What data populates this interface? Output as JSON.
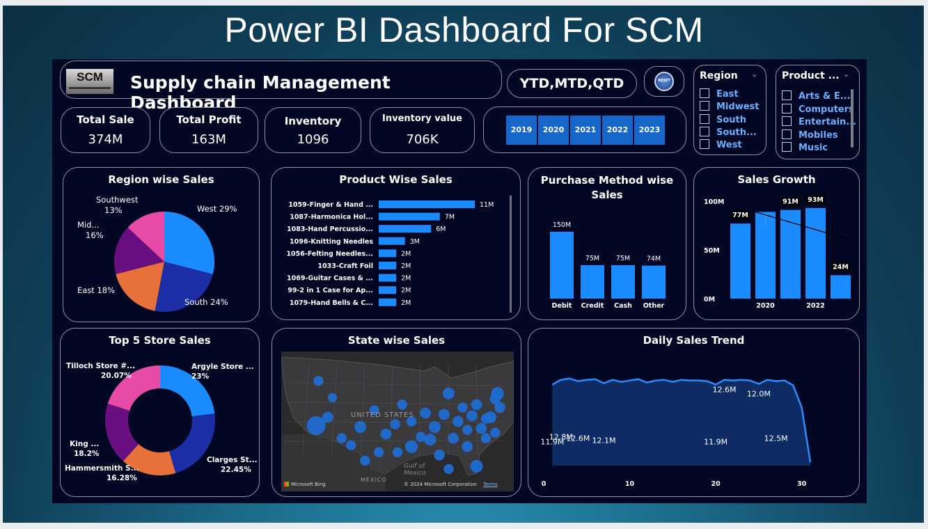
{
  "slide": {
    "title": "Power BI Dashboard For SCM"
  },
  "header": {
    "logo_text": "SCM",
    "title": "Supply chain Management Dashboard",
    "period_button": "YTD,MTD,QTD",
    "reset_label": "RESET"
  },
  "kpis": [
    {
      "label": "Total Sale",
      "value": "374M"
    },
    {
      "label": "Total Profit",
      "value": "163M"
    },
    {
      "label": "Inventory",
      "value": "1096"
    },
    {
      "label": "Inventory value",
      "value": "706K"
    }
  ],
  "years": [
    "2019",
    "2020",
    "2021",
    "2022",
    "2023"
  ],
  "region_slicer": {
    "title": "Region",
    "items": [
      "East",
      "Midwest",
      "South",
      "South...",
      "West"
    ]
  },
  "product_slicer": {
    "title": "Product ...",
    "items": [
      "Arts & E...",
      "Computers",
      "Entertain...",
      "Mobiles",
      "Music"
    ]
  },
  "colors": {
    "accent": "#1a8cff",
    "dark_blue": "#1b2ea6",
    "purple": "#6a0f82",
    "orange": "#e8703a",
    "pink": "#e84aa8",
    "background": "#020824"
  },
  "chart_data": [
    {
      "type": "pie",
      "title": "Region wise Sales",
      "slices": [
        {
          "label": "West",
          "value": 29,
          "display": "West 29%",
          "color": "#1a8cff"
        },
        {
          "label": "South",
          "value": 24,
          "display": "South 24%",
          "color": "#1b2ea6"
        },
        {
          "label": "East",
          "value": 18,
          "display": "East 18%",
          "color": "#e8703a"
        },
        {
          "label": "Mid...",
          "value": 16,
          "display": "16%",
          "color": "#6a0f82"
        },
        {
          "label": "Southwest",
          "value": 13,
          "display": "13%",
          "color": "#e84aa8"
        }
      ]
    },
    {
      "type": "bar",
      "orientation": "horizontal",
      "title": "Product Wise Sales",
      "categories": [
        "1059-Finger & Hand ...",
        "1087-Harmonica Hol...",
        "1083-Hand Percussio...",
        "1096-Knitting Needles",
        "1056-Felting Needles...",
        "1033-Craft Foil",
        "1069-Guitar Cases & ...",
        "99-2 in 1 Case for Ap...",
        "1079-Hand Bells & C..."
      ],
      "values": [
        11,
        7,
        6,
        3,
        2,
        2,
        2,
        2,
        2
      ],
      "value_labels": [
        "11M",
        "7M",
        "6M",
        "3M",
        "2M",
        "2M",
        "2M",
        "2M",
        "2M"
      ],
      "xlim": [
        0,
        11
      ]
    },
    {
      "type": "bar",
      "title": "Purchase Method wise Sales",
      "categories": [
        "Debit",
        "Credit",
        "Cash",
        "Other"
      ],
      "values": [
        150,
        75,
        75,
        74
      ],
      "value_labels": [
        "150M",
        "75M",
        "75M",
        "74M"
      ],
      "ylim": [
        0,
        150
      ]
    },
    {
      "type": "bar",
      "title": "Sales Growth",
      "categories": [
        "2019",
        "2020",
        "2021",
        "2022",
        "2023"
      ],
      "x_tick_labels": [
        "2020",
        "2022"
      ],
      "values": [
        77,
        89,
        91,
        93,
        24
      ],
      "value_labels": [
        "77M",
        "",
        "91M",
        "93M",
        "24M"
      ],
      "y_tick_labels": [
        "100M",
        "50M",
        "0M"
      ],
      "ylim": [
        0,
        100
      ],
      "trend_line": true
    },
    {
      "type": "pie",
      "variant": "donut",
      "title": "Top 5 Store Sales",
      "slices": [
        {
          "label": "Argyle Store ...",
          "value": 23,
          "display": "23%",
          "color": "#1a8cff"
        },
        {
          "label": "Clarges St...",
          "value": 22.45,
          "display": "22.45%",
          "color": "#1b2ea6"
        },
        {
          "label": "Hammersmith S...",
          "value": 16.28,
          "display": "16.28%",
          "color": "#e8703a"
        },
        {
          "label": "King ...",
          "value": 18.2,
          "display": "18.2%",
          "color": "#6a0f82"
        },
        {
          "label": "Tilloch Store #...",
          "value": 20.07,
          "display": "20.07%",
          "color": "#e84aa8"
        }
      ]
    },
    {
      "type": "area",
      "title": "Daily Sales Trend",
      "x": [
        1,
        2,
        3,
        4,
        5,
        6,
        7,
        8,
        9,
        10,
        11,
        12,
        13,
        14,
        15,
        16,
        17,
        18,
        19,
        20,
        21,
        22,
        23,
        24,
        25,
        26,
        27,
        28,
        29,
        30,
        31
      ],
      "y": [
        11.9,
        12.6,
        12.8,
        12.4,
        12.6,
        12.7,
        12.1,
        12.6,
        12.3,
        12.5,
        12.7,
        12.2,
        12.5,
        12.6,
        12.3,
        12.6,
        12.5,
        12.5,
        12.4,
        11.9,
        12.6,
        12.5,
        12.6,
        12.5,
        12.0,
        12.6,
        12.4,
        12.5,
        11.8,
        8.5,
        0.5
      ],
      "labels": [
        {
          "x": 1,
          "text": "11.9M",
          "placement": "below"
        },
        {
          "x": 2,
          "text": "12.8M",
          "placement": "below"
        },
        {
          "x": 4,
          "text": "12.6M",
          "placement": "below"
        },
        {
          "x": 7,
          "text": "12.1M",
          "placement": "below"
        },
        {
          "x": 20,
          "text": "11.9M",
          "placement": "below"
        },
        {
          "x": 21,
          "text": "12.6M",
          "placement": "above"
        },
        {
          "x": 25,
          "text": "12.0M",
          "placement": "above"
        },
        {
          "x": 27,
          "text": "12.5M",
          "placement": "below"
        }
      ],
      "x_tick_labels": [
        "0",
        "10",
        "20",
        "30"
      ],
      "xlim": [
        0,
        31
      ],
      "ylim": [
        0,
        14
      ]
    }
  ],
  "map": {
    "title": "State wise Sales",
    "country_label": "UNITED STATES",
    "sea_label": "Gulf of Mexico",
    "mexico_label": "MEXICO",
    "provider": "Microsoft Bing",
    "copyright": "© 2024 Microsoft Corporation",
    "terms": "Terms",
    "bubbles": [
      [
        0.16,
        0.21,
        1.0
      ],
      [
        0.22,
        0.33,
        0.8
      ],
      [
        0.2,
        0.47,
        1.2
      ],
      [
        0.15,
        0.53,
        3.0
      ],
      [
        0.26,
        0.62,
        1.0
      ],
      [
        0.34,
        0.54,
        1.4
      ],
      [
        0.3,
        0.67,
        1.0
      ],
      [
        0.4,
        0.42,
        1.0
      ],
      [
        0.45,
        0.59,
        1.2
      ],
      [
        0.49,
        0.52,
        1.0
      ],
      [
        0.52,
        0.38,
        1.0
      ],
      [
        0.56,
        0.5,
        1.0
      ],
      [
        0.56,
        0.68,
        1.6
      ],
      [
        0.5,
        0.72,
        1.0
      ],
      [
        0.6,
        0.61,
        1.0
      ],
      [
        0.62,
        0.44,
        1.2
      ],
      [
        0.64,
        0.63,
        1.4
      ],
      [
        0.66,
        0.54,
        1.4
      ],
      [
        0.7,
        0.45,
        1.2
      ],
      [
        0.72,
        0.3,
        1.4
      ],
      [
        0.74,
        0.62,
        1.2
      ],
      [
        0.76,
        0.5,
        1.2
      ],
      [
        0.78,
        0.4,
        1.0
      ],
      [
        0.82,
        0.46,
        1.2
      ],
      [
        0.84,
        0.38,
        1.2
      ],
      [
        0.86,
        0.55,
        1.2
      ],
      [
        0.88,
        0.62,
        1.0
      ],
      [
        0.9,
        0.47,
        1.4
      ],
      [
        0.92,
        0.34,
        1.2
      ],
      [
        0.94,
        0.4,
        1.2
      ],
      [
        0.93,
        0.3,
        1.6
      ],
      [
        0.68,
        0.74,
        1.2
      ],
      [
        0.8,
        0.68,
        1.2
      ],
      [
        0.84,
        0.82,
        1.6
      ],
      [
        0.72,
        0.84,
        1.0
      ],
      [
        0.92,
        0.58,
        1.0
      ],
      [
        0.88,
        0.48,
        1.0
      ],
      [
        0.8,
        0.56,
        1.0
      ],
      [
        0.42,
        0.72,
        1.0
      ],
      [
        0.36,
        0.78,
        1.0
      ]
    ]
  }
}
